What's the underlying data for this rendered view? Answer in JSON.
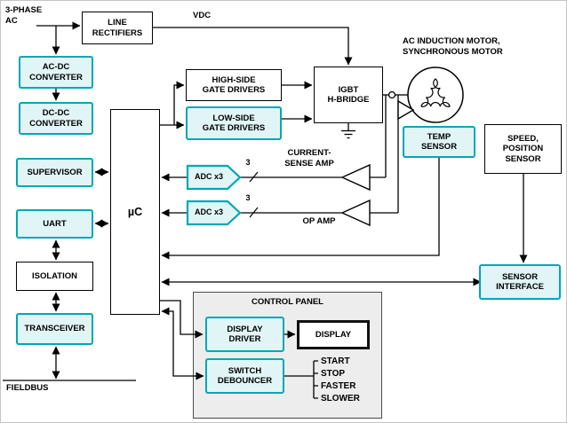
{
  "diagram": {
    "colors": {
      "accent": "#00A7B5",
      "accent_fill": "#E1F5F7",
      "panel_fill": "#EDEDED"
    },
    "labels": {
      "three_phase_ac": "3-PHASE\nAC",
      "vdc": "VDC",
      "motor": "AC INDUCTION MOTOR,\nSYNCHRONOUS MOTOR",
      "current_sense_amp": "CURRENT-\nSENSE AMP",
      "op_amp": "OP AMP",
      "bus_width": "3",
      "fieldbus": "FIELDBUS",
      "control_panel": "CONTROL PANEL",
      "switches": [
        "START",
        "STOP",
        "FASTER",
        "SLOWER"
      ]
    },
    "blocks": {
      "line_rectifiers": "LINE\nRECTIFIERS",
      "ac_dc_converter": "AC-DC\nCONVERTER",
      "dc_dc_converter": "DC-DC\nCONVERTER",
      "supervisor": "SUPERVISOR",
      "uart": "UART",
      "isolation": "ISOLATION",
      "transceiver": "TRANSCEIVER",
      "microcontroller": "µC",
      "high_side_gate_drivers": "HIGH-SIDE\nGATE DRIVERS",
      "low_side_gate_drivers": "LOW-SIDE\nGATE DRIVERS",
      "igbt_h_bridge": "IGBT\nH-BRIDGE",
      "adc1": "ADC x3",
      "adc2": "ADC x3",
      "temp_sensor": "TEMP\nSENSOR",
      "speed_position_sensor": "SPEED,\nPOSITION\nSENSOR",
      "sensor_interface": "SENSOR\nINTERFACE",
      "display_driver": "DISPLAY\nDRIVER",
      "display": "DISPLAY",
      "switch_debouncer": "SWITCH\nDEBOUNCER"
    }
  }
}
